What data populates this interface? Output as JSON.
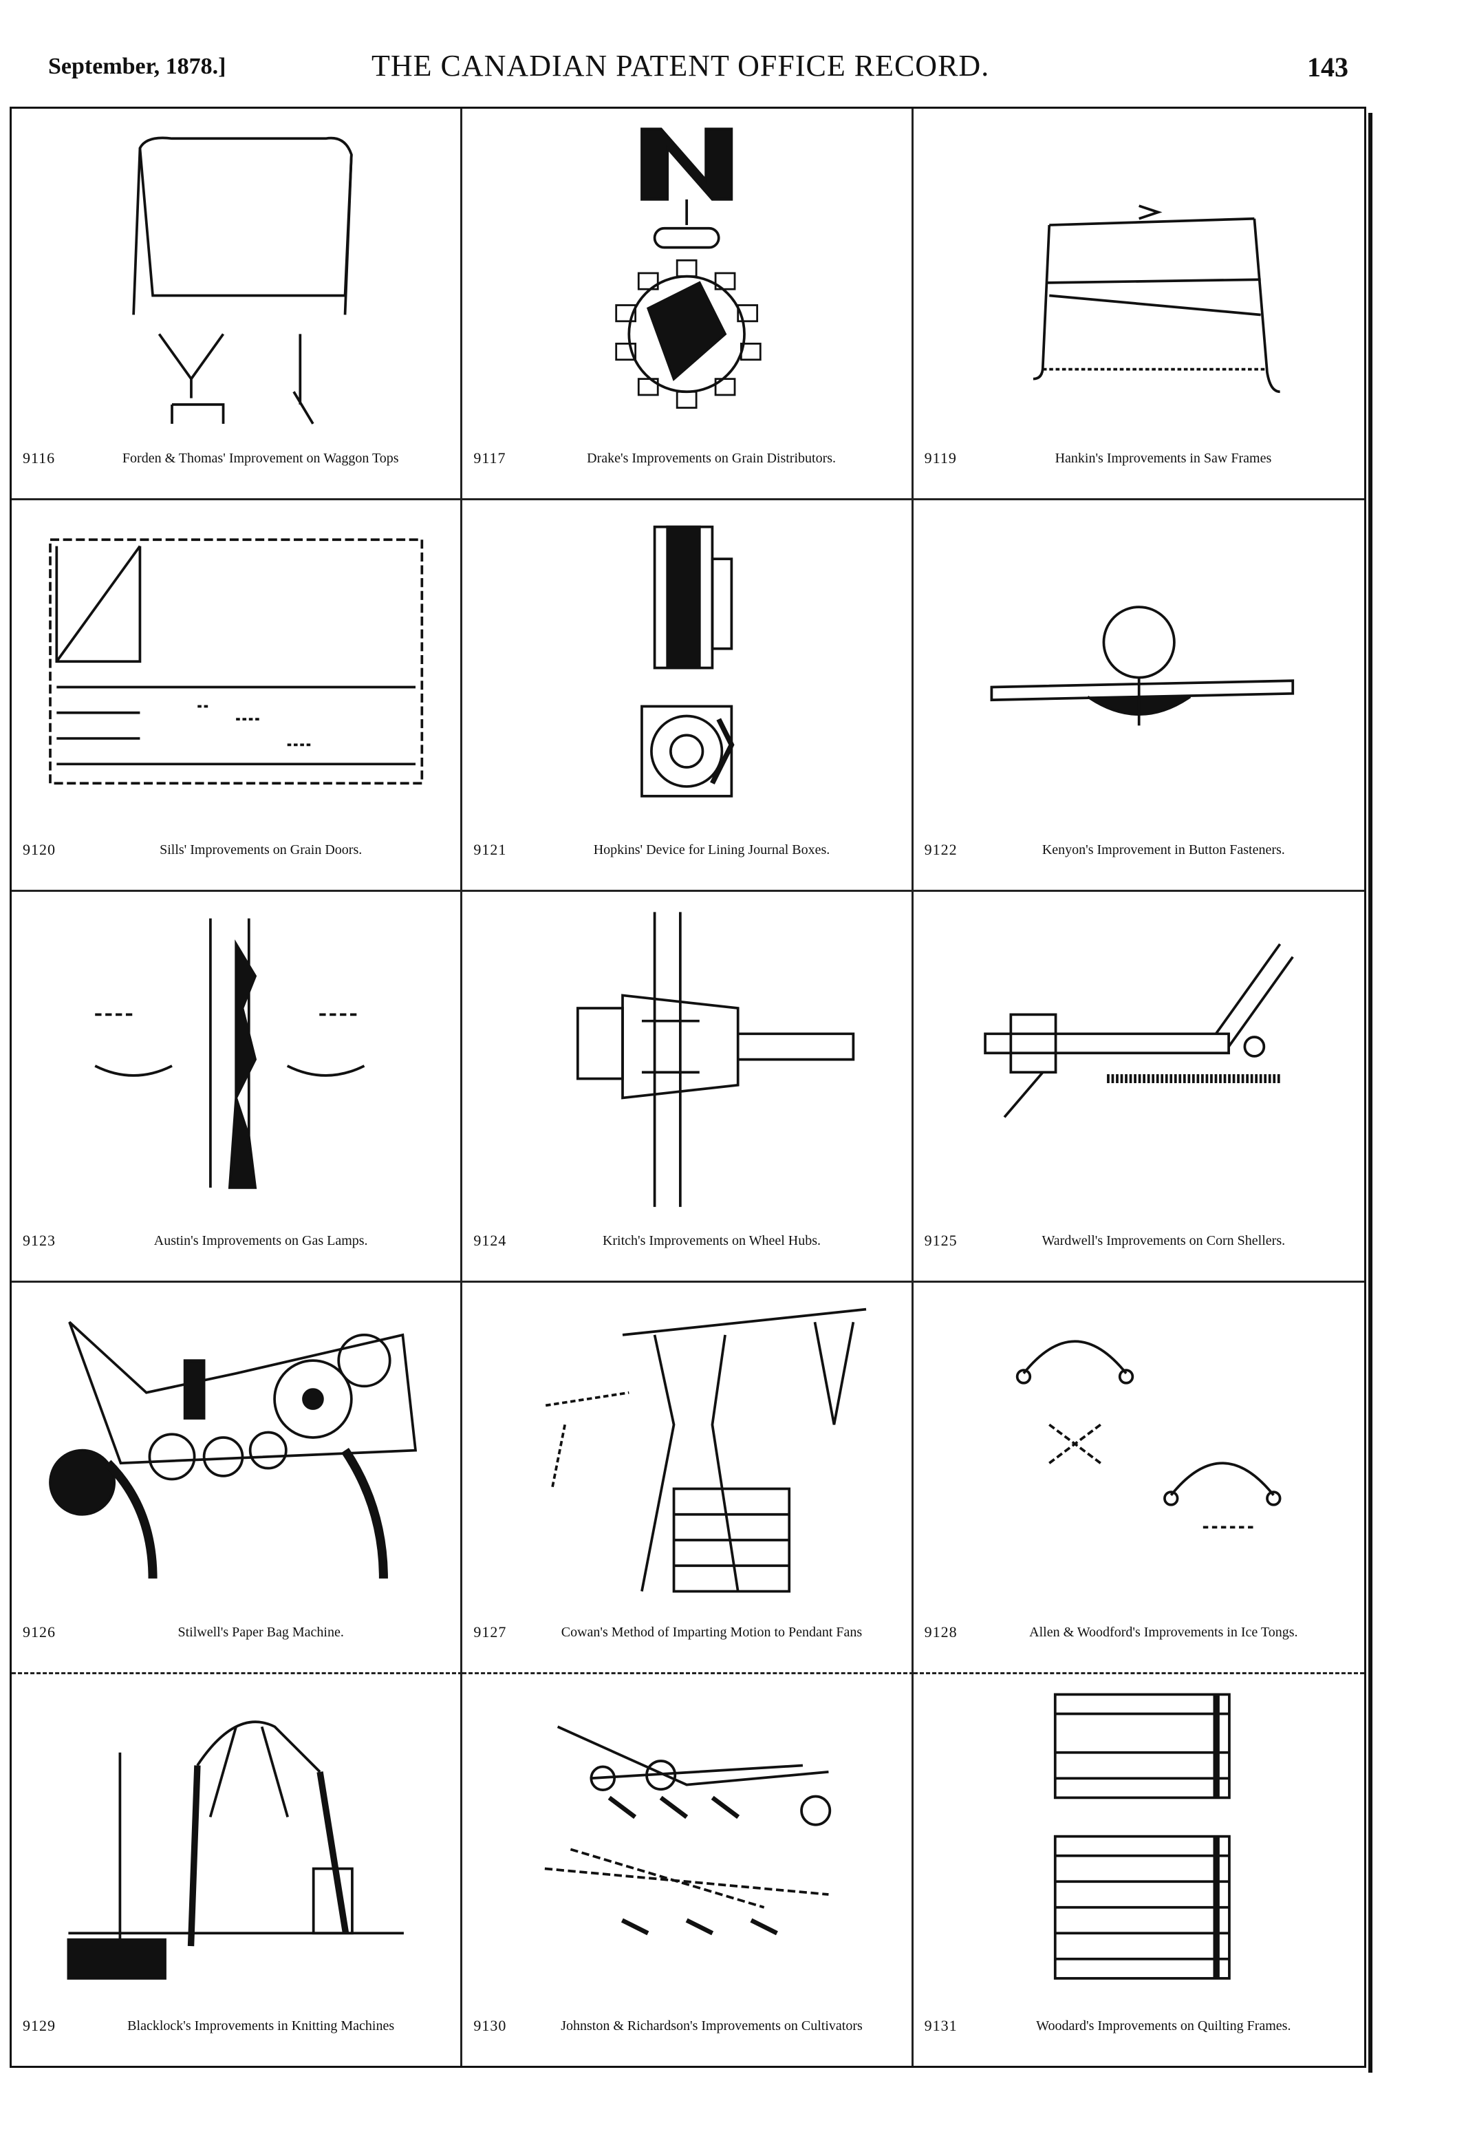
{
  "header": {
    "date": "September, 1878.]",
    "title": "THE CANADIAN PATENT OFFICE RECORD.",
    "page": "143"
  },
  "patents": [
    {
      "number": "9116",
      "caption": "Forden & Thomas' Improvement on Waggon Tops"
    },
    {
      "number": "9117",
      "caption": "Drake's Improvements on Grain Distributors."
    },
    {
      "number": "9119",
      "caption": "Hankin's Improvements in Saw Frames"
    },
    {
      "number": "9120",
      "caption": "Sills' Improvements on Grain Doors."
    },
    {
      "number": "9121",
      "caption": "Hopkins' Device for Lining Journal Boxes."
    },
    {
      "number": "9122",
      "caption": "Kenyon's Improvement in Button Fasteners."
    },
    {
      "number": "9123",
      "caption": "Austin's Improvements on Gas Lamps."
    },
    {
      "number": "9124",
      "caption": "Kritch's Improvements on Wheel Hubs."
    },
    {
      "number": "9125",
      "caption": "Wardwell's Improvements on Corn Shellers."
    },
    {
      "number": "9126",
      "caption": "Stilwell's Paper Bag Machine."
    },
    {
      "number": "9127",
      "caption": "Cowan's Method of Imparting Motion to Pendant Fans"
    },
    {
      "number": "9128",
      "caption": "Allen & Woodford's Improvements in Ice Tongs."
    },
    {
      "number": "9129",
      "caption": "Blacklock's Improvements in Knitting Machines"
    },
    {
      "number": "9130",
      "caption": "Johnston & Richardson's Improvements on Cultivators"
    },
    {
      "number": "9131",
      "caption": "Woodard's Improvements on Quilting Frames."
    }
  ]
}
